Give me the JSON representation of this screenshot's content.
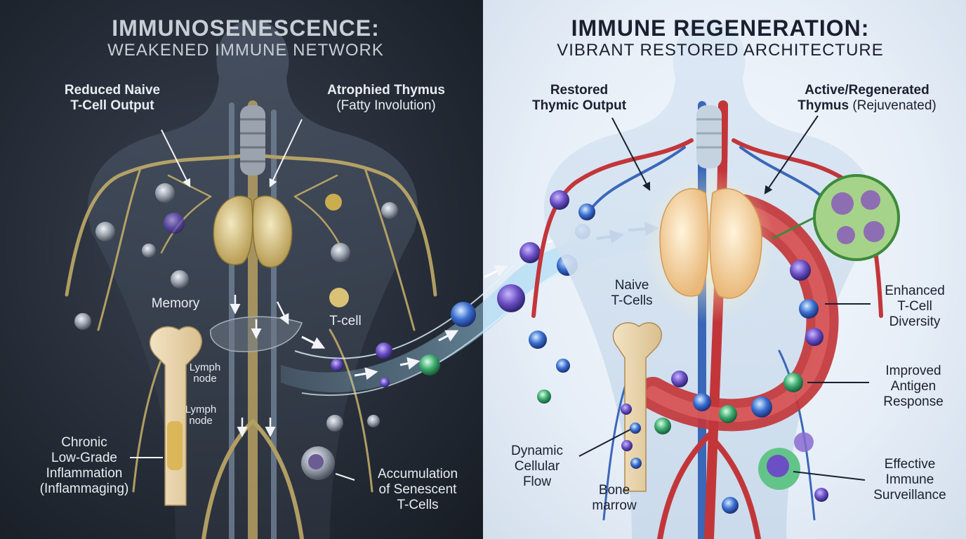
{
  "left_panel": {
    "title": "IMMUNOSENESCENCE:",
    "subtitle": "WEAKENED IMMUNE NETWORK",
    "labels": {
      "reduced_naive_line1": "Reduced Naive",
      "reduced_naive_line2": "T-Cell Output",
      "atrophied_thymus": "Atrophied Thymus",
      "fatty_involution": "(Fatty Involution)",
      "memory": "Memory",
      "t_cell": "T-cell",
      "lymph_node_1_line1": "Lymph",
      "lymph_node_1_line2": "node",
      "lymph_node_2_line1": "Lymph",
      "lymph_node_2_line2": "node",
      "chronic_line1": "Chronic",
      "chronic_line2": "Low-Grade",
      "chronic_line3": "Inflammation",
      "chronic_line4": "(Inflammaging)",
      "accumulation_line1": "Accumulation",
      "accumulation_line2": "of Senescent",
      "accumulation_line3": "T-Cells"
    }
  },
  "right_panel": {
    "title": "IMMUNE REGENERATION:",
    "subtitle": "VIBRANT RESTORED ARCHITECTURE",
    "labels": {
      "restored_line1": "Restored",
      "restored_line2": "Thymic Output",
      "active_line1": "Active/Regenerated",
      "active_line2a": "Thymus",
      "active_line2b": "(Rejuvenated)",
      "naive_line1": "Naive",
      "naive_line2": "T-Cells",
      "enhanced_line1": "Enhanced",
      "enhanced_line2": "T-Cell",
      "enhanced_line3": "Diversity",
      "improved_line1": "Improved",
      "improved_line2": "Antigen",
      "improved_line3": "Response",
      "dynamic_line1": "Dynamic",
      "dynamic_line2": "Cellular",
      "dynamic_line3": "Flow",
      "bone_line1": "Bone",
      "bone_line2": "marrow",
      "effective_line1": "Effective",
      "effective_line2": "Immune",
      "effective_line3": "Surveillance"
    }
  },
  "colors": {
    "left_bg": "#262d38",
    "right_bg": "#e6eef7",
    "left_vessel": "#c9b16a",
    "artery": "#c2363a",
    "vein": "#3a67b8",
    "thymus_left": "#e3d39a",
    "thymus_right": "#f7dcae",
    "cell_purple": "#6b4fc4",
    "cell_green": "#3caa6e",
    "flow_blue": "#9fd6f2"
  },
  "icons": [
    "thymus-icon",
    "bone-icon",
    "liver-icon",
    "lymph-node-icon",
    "t-cell-icon",
    "senescent-cell-icon",
    "flow-arrow-icon"
  ]
}
